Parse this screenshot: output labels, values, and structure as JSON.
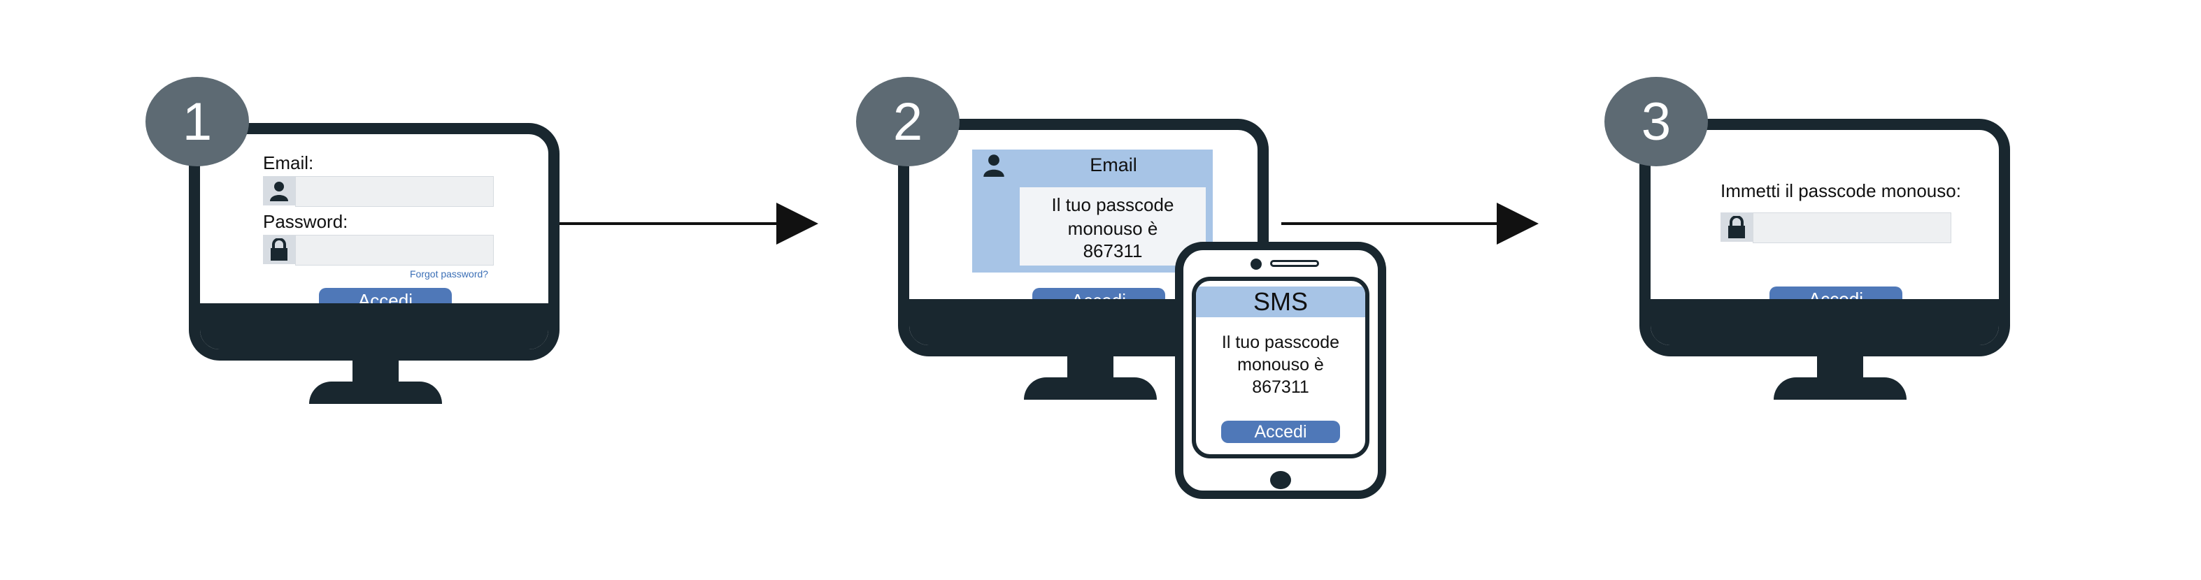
{
  "steps": [
    {
      "number": "1"
    },
    {
      "number": "2"
    },
    {
      "number": "3"
    }
  ],
  "step1": {
    "email_label": "Email:",
    "password_label": "Password:",
    "forgot_link": "Forgot password?",
    "button": "Accedi"
  },
  "step2": {
    "email_header": "Email",
    "message_line1": "Il tuo passcode",
    "message_line2": "monouso è",
    "message_code": "867311",
    "button": "Accedi",
    "phone": {
      "sms_header": "SMS",
      "message_line1": "Il tuo passcode",
      "message_line2": "monouso è",
      "message_code": "867311",
      "button": "Accedi"
    }
  },
  "step3": {
    "prompt": "Immetti il passcode monouso:",
    "button": "Accedi"
  },
  "icons": [
    "user-icon",
    "lock-icon",
    "arrow-right-icon"
  ],
  "colors": {
    "dark": "#19272f",
    "badge": "#5d6a73",
    "accent_blue": "#4f78b8",
    "light_blue": "#a7c4e6"
  }
}
